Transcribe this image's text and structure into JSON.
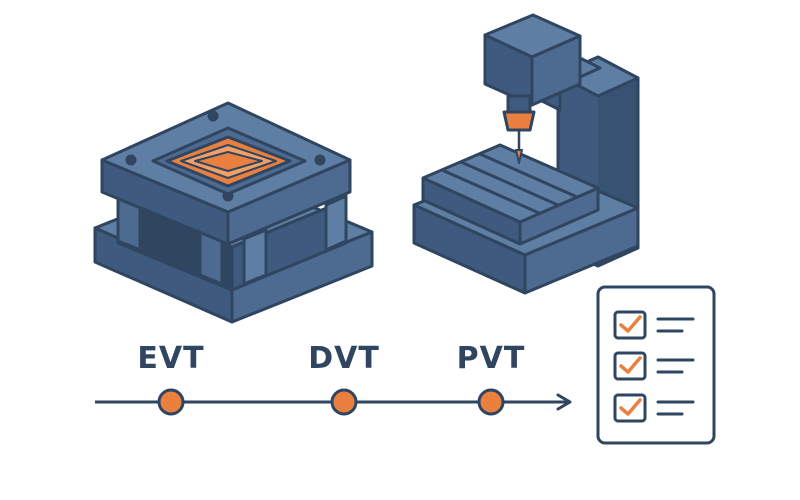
{
  "colors": {
    "outline": "#2f4560",
    "steel_dark": "#3e5a7e",
    "steel_mid": "#4d6b91",
    "steel_light": "#5f7ea4",
    "cavity_orange": "#e9803f",
    "cavity_orange_light": "#f2a066",
    "milestone": "#e9803f",
    "background": "#ffffff"
  },
  "icons": {
    "mold": "injection-mold-icon",
    "machine": "cnc-mill-icon",
    "checklist": "checklist-icon"
  },
  "timeline": {
    "stages": [
      {
        "label": "EVT"
      },
      {
        "label": "DVT"
      },
      {
        "label": "PVT"
      }
    ]
  },
  "checklist": {
    "items": [
      {
        "checked": true
      },
      {
        "checked": true
      },
      {
        "checked": true
      }
    ]
  }
}
